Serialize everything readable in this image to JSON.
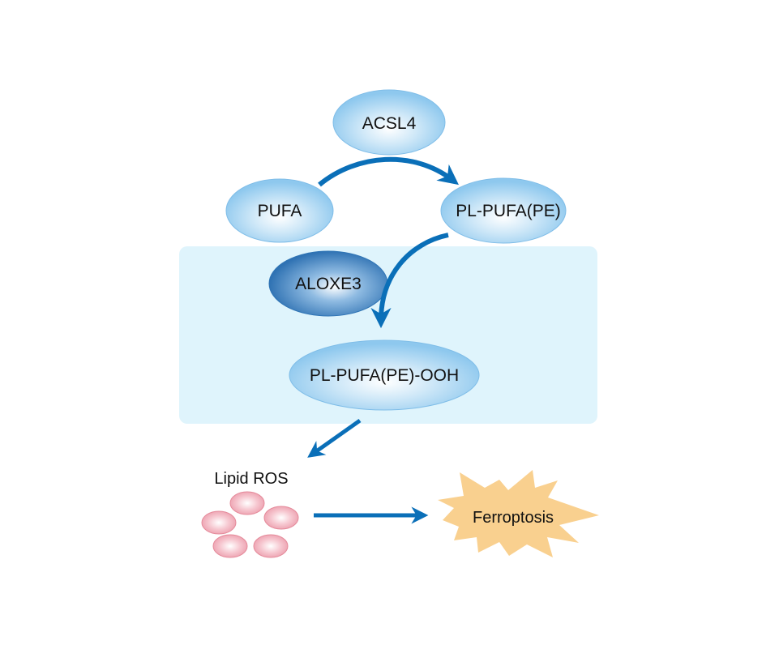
{
  "diagram": {
    "nodes": {
      "acsl4": "ACSL4",
      "pufa": "PUFA",
      "pl_pufa_pe": "PL-PUFA(PE)",
      "aloxe3": "ALOXE3",
      "pl_pufa_pe_ooh": "PL-PUFA(PE)-OOH",
      "lipid_ros": "Lipid ROS",
      "ferroptosis": "Ferroptosis"
    },
    "edges": [
      {
        "from": "PUFA",
        "to": "PL-PUFA(PE)",
        "via": "ACSL4"
      },
      {
        "from": "PL-PUFA(PE)",
        "to": "PL-PUFA(PE)-OOH",
        "via": "ALOXE3"
      },
      {
        "from": "PL-PUFA(PE)-OOH",
        "to": "Lipid ROS"
      },
      {
        "from": "Lipid ROS",
        "to": "Ferroptosis"
      }
    ],
    "colors": {
      "arrow": "#0a6fb8",
      "light_ellipse_edge": "#7fbde8",
      "dark_ellipse_edge": "#2f74b5",
      "panel": "#dff4fc",
      "ros_edge": "#e58a9a",
      "ferroptosis_fill": "#f9d08f"
    }
  }
}
